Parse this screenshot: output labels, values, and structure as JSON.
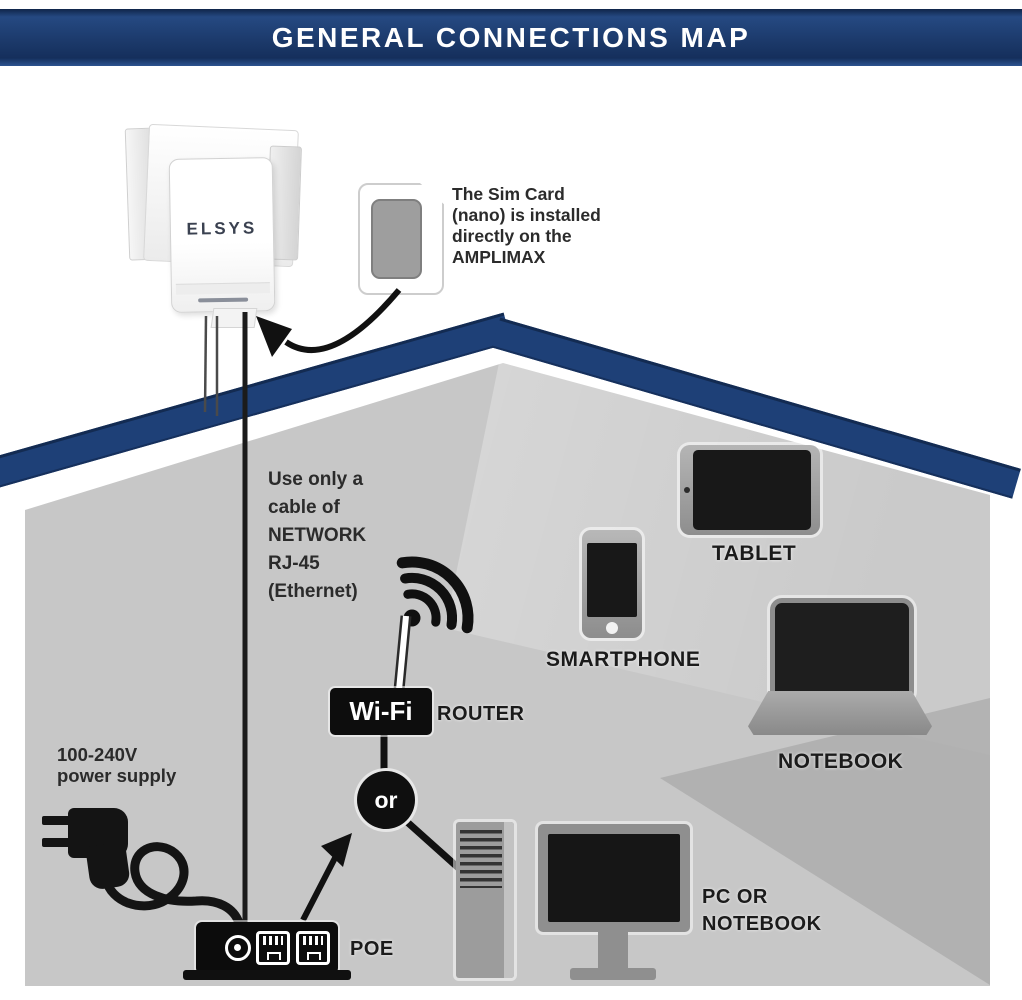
{
  "header": {
    "title": "GENERAL CONNECTIONS MAP"
  },
  "device_brand": {
    "antenna_logo": "ELSYS"
  },
  "notes": {
    "sim": [
      "The Sim Card",
      "(nano) is installed",
      "directly on the",
      "AMPLIMAX"
    ],
    "cable": [
      "Use only a",
      "cable of",
      "NETWORK",
      "RJ-45",
      "(Ethernet)"
    ],
    "power": [
      "100-240V",
      "power supply"
    ]
  },
  "labels": {
    "wifi": "Wi-Fi",
    "router": "ROUTER",
    "or": "or",
    "poe": "POE",
    "smartphone": "SMARTPHONE",
    "tablet": "TABLET",
    "notebook": "NOTEBOOK",
    "pc": [
      "PC OR",
      "NOTEBOOK"
    ]
  },
  "colors": {
    "header_navy": "#1c3a6b",
    "roof_navy": "#1e4077",
    "house_gray": "#c7c7c7",
    "beam_light": "#dedede",
    "shadow_gray": "#b7b7b7",
    "device_dark": "#181818",
    "device_gray": "#9a9a9a",
    "text_dark": "#1c1c1c"
  }
}
